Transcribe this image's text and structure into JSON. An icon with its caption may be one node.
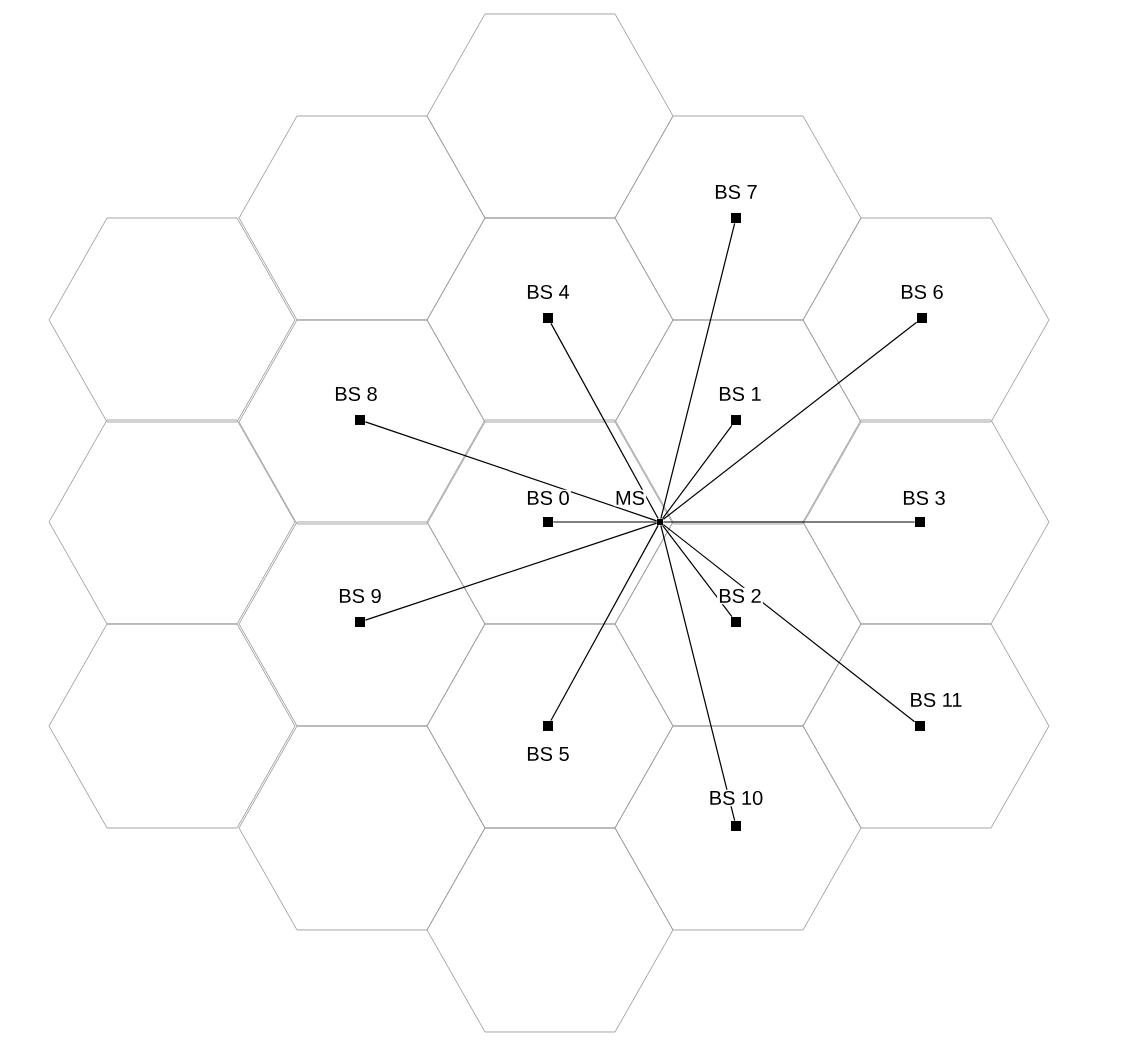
{
  "diagram": {
    "nodes": [
      {
        "text": [
          "BS 7"
        ]
      },
      {
        "text": [
          "BS 4"
        ]
      },
      {
        "text": [
          "BS 6"
        ]
      },
      {
        "text": [
          "BS 8"
        ]
      },
      {
        "text": [
          "BS 1"
        ]
      },
      {
        "text": [
          "BS 0"
        ]
      },
      {
        "text": [
          "MS"
        ]
      },
      {
        "text": [
          "BS 3"
        ]
      },
      {
        "text": [
          "BS 9"
        ]
      },
      {
        "text": [
          "BS 2"
        ]
      },
      {
        "text": [
          "BS 11"
        ]
      },
      {
        "text": [
          "BS 5"
        ]
      },
      {
        "text": [
          "BS 10"
        ]
      }
    ],
    "edges": [
      {
        "from": 6,
        "to": 0,
        "arrow": "none"
      },
      {
        "from": 6,
        "to": 1,
        "arrow": "none"
      },
      {
        "from": 6,
        "to": 2,
        "arrow": "none"
      },
      {
        "from": 6,
        "to": 3,
        "arrow": "none"
      },
      {
        "from": 6,
        "to": 4,
        "arrow": "none"
      },
      {
        "from": 6,
        "to": 5,
        "arrow": "none"
      },
      {
        "from": 6,
        "to": 7,
        "arrow": "none"
      },
      {
        "from": 6,
        "to": 8,
        "arrow": "none"
      },
      {
        "from": 6,
        "to": 9,
        "arrow": "none"
      },
      {
        "from": 6,
        "to": 10,
        "arrow": "none"
      },
      {
        "from": 6,
        "to": 11,
        "arrow": "none"
      },
      {
        "from": 6,
        "to": 12,
        "arrow": "none"
      }
    ]
  }
}
